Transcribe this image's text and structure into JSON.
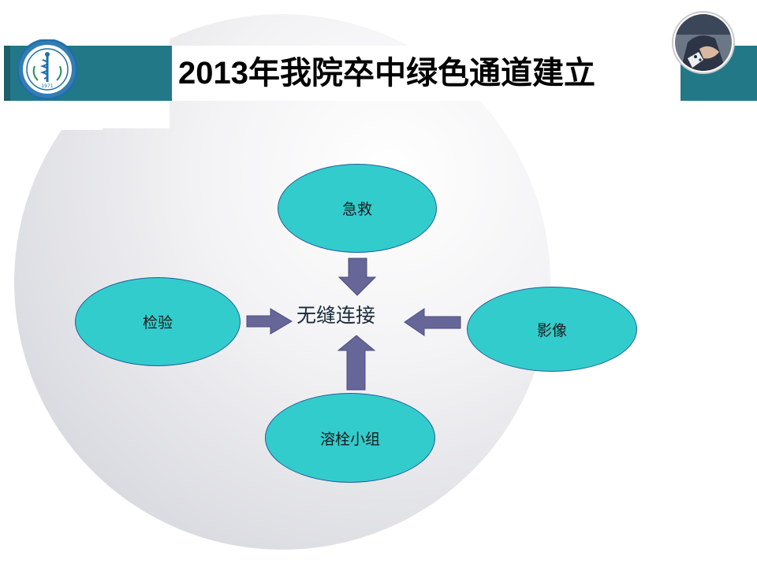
{
  "slide": {
    "title": "2013年我院卒中绿色通道建立",
    "accent_color": "#237888",
    "node_color": "#33cccc",
    "arrow_color": "#666699"
  },
  "diagram": {
    "center": "无缝连接",
    "nodes": {
      "top": "急救",
      "left": "检验",
      "right": "影像",
      "bottom": "溶栓小组"
    }
  },
  "logo": {
    "year": "1971",
    "icon": "hospital-emblem-icon"
  },
  "photo": {
    "icon": "person-photo-icon"
  }
}
